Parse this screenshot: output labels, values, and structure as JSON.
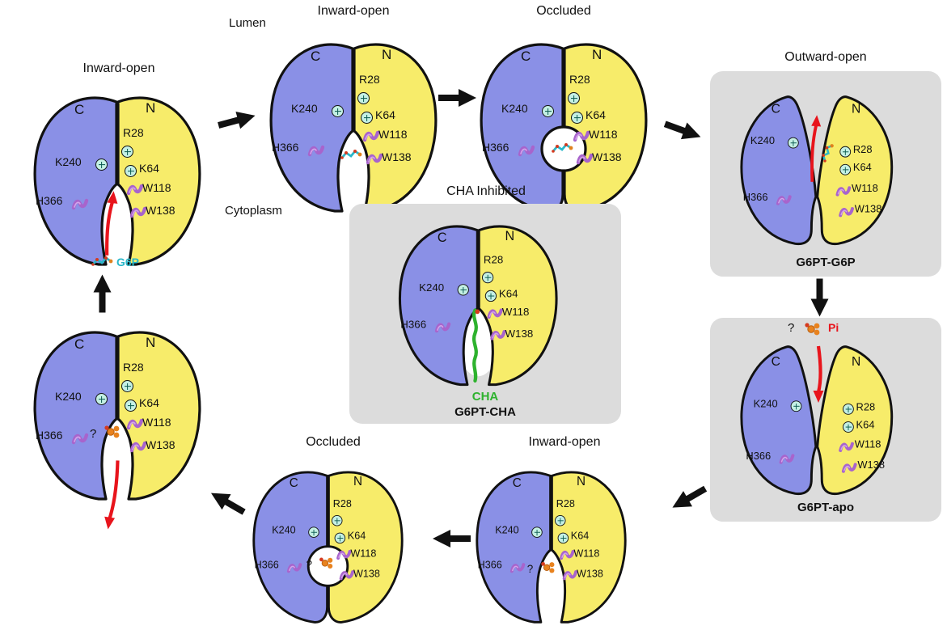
{
  "figure": {
    "description_title": "G6PT transport cycle diagram",
    "regions": {
      "lumen": "Lumen",
      "cytoplasm": "Cytoplasm"
    },
    "titles": {
      "p1": "Inward-open",
      "p2": "Inward-open",
      "p3": "Occluded",
      "p4": "Outward-open",
      "p6": "Inward-open",
      "p7": "Occluded",
      "p9": "CHA Inhibited"
    },
    "captions": {
      "g6p_state": "G6PT-G6P",
      "apo_state": "G6PT-apo",
      "cha_state": "G6PT-CHA"
    },
    "labels": {
      "c": "C",
      "n": "N",
      "k240": "K240",
      "r28": "R28",
      "k64": "K64",
      "h366": "H366",
      "w118": "W118",
      "w138": "W138",
      "question": "?"
    },
    "molecules": {
      "g6p": "G6P",
      "pi": "Pi",
      "cha": "CHA"
    },
    "icons": {
      "positive_charge": "plus-circle",
      "sidechain": "purple-stick-residue",
      "g6p": "g6p-stick-molecule",
      "pi": "orange-phosphate-cluster",
      "cha": "green-cha-stick-molecule"
    },
    "palette": {
      "c_lobe": "#8a90e6",
      "n_lobe": "#f7ec6a",
      "box_bg": "#dcdcdc",
      "red_arrow": "#e8141c",
      "g6p_color": "#29b7c9",
      "cha_color": "#2eb22e",
      "pi_color": "#e8821e",
      "plus_fill": "#c4f0e4",
      "outline": "#111111"
    }
  }
}
